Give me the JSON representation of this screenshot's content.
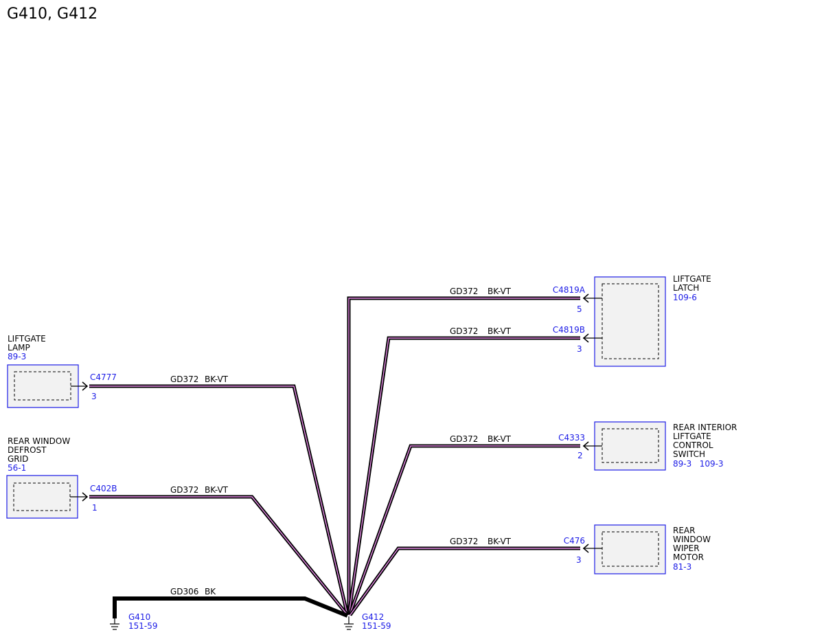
{
  "title": "G410, G412",
  "colors": {
    "connector": "#1a1ae6",
    "wire_outer": "#000000",
    "wire_inner": "#e88ae8",
    "component_fill": "#f2f2f2"
  },
  "wire_label": {
    "circuit": "GD372",
    "color": "BK-VT"
  },
  "ground_wire": {
    "circuit": "GD306",
    "color": "BK"
  },
  "components": {
    "liftgate_lamp": {
      "name1": "LIFTGATE",
      "name2": "LAMP",
      "ref": "89-3",
      "connector": "C4777",
      "pin": "3"
    },
    "rear_window_defrost": {
      "name1": "REAR WINDOW",
      "name2": "DEFROST",
      "name3": "GRID",
      "ref": "56-1",
      "connector": "C402B",
      "pin": "1"
    },
    "liftgate_latch": {
      "name1": "LIFTGATE",
      "name2": "LATCH",
      "ref": "109-6",
      "connector_a": "C4819A",
      "pin_a": "5",
      "connector_b": "C4819B",
      "pin_b": "3"
    },
    "rear_interior_switch": {
      "name1": "REAR INTERIOR",
      "name2": "LIFTGATE",
      "name3": "CONTROL",
      "name4": "SWITCH",
      "ref": "89-3   109-3",
      "connector": "C4333",
      "pin": "2"
    },
    "rear_wiper_motor": {
      "name1": "REAR",
      "name2": "WINDOW",
      "name3": "WIPER",
      "name4": "MOTOR",
      "ref": "81-3",
      "connector": "C476",
      "pin": "3"
    }
  },
  "grounds": {
    "g410": {
      "name": "G410",
      "ref": "151-59"
    },
    "g412": {
      "name": "G412",
      "ref": "151-59"
    }
  }
}
